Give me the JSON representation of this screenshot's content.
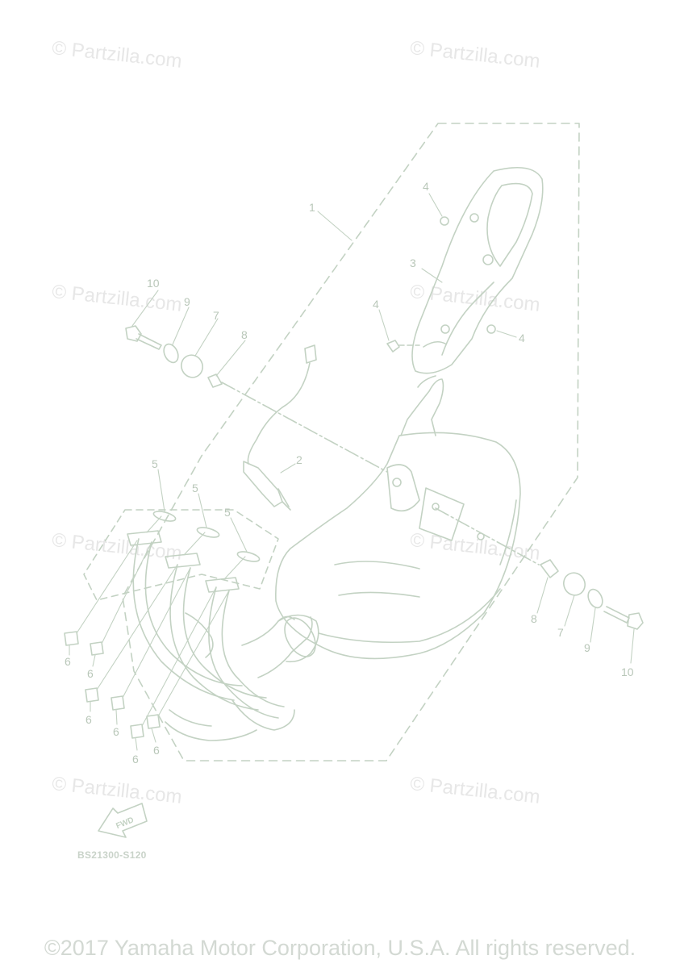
{
  "watermark": {
    "text": "© Partzilla.com"
  },
  "diagram": {
    "code": "BS21300-S120",
    "fwd_label": "FWD",
    "callouts": [
      "1",
      "2",
      "3",
      "4",
      "4",
      "4",
      "5",
      "5",
      "5",
      "6",
      "6",
      "6",
      "6",
      "6",
      "6",
      "7",
      "7",
      "8",
      "8",
      "9",
      "9",
      "10",
      "10"
    ]
  },
  "footer": {
    "copyright": "©2017 Yamaha Motor Corporation, U.S.A. All rights reserved."
  },
  "colors": {
    "line": "#c3d2c3",
    "text": "#b9c7b9",
    "watermark": "#e7e7e7"
  }
}
